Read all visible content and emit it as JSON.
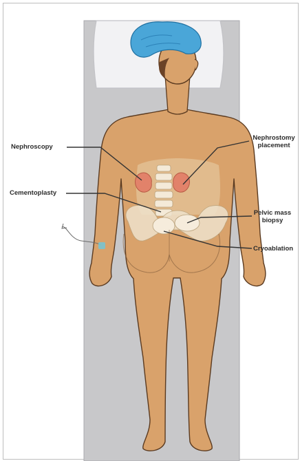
{
  "labels": {
    "nephroscopy": "Nephroscopy",
    "nephrostomy_line1": "Nephrostomy",
    "nephrostomy_line2": "placement",
    "cementoplasty": "Cementoplasty",
    "pelvic_line1": "Pelvic mass",
    "pelvic_line2": "biopsy",
    "cryoablation": "Cryoablation"
  },
  "colors": {
    "skin": "#d9a26b",
    "skin_outline": "#5a3a20",
    "table": "#c8c8ca",
    "pillow": "#f2f2f4",
    "cap": "#4aa6d8",
    "hair": "#6b4226",
    "kidney": "#e2826a",
    "bone": "#efe2cc",
    "leader": "#333333"
  },
  "icons": {
    "cap": "surgical-cap-icon",
    "iv": "iv-line-icon"
  }
}
